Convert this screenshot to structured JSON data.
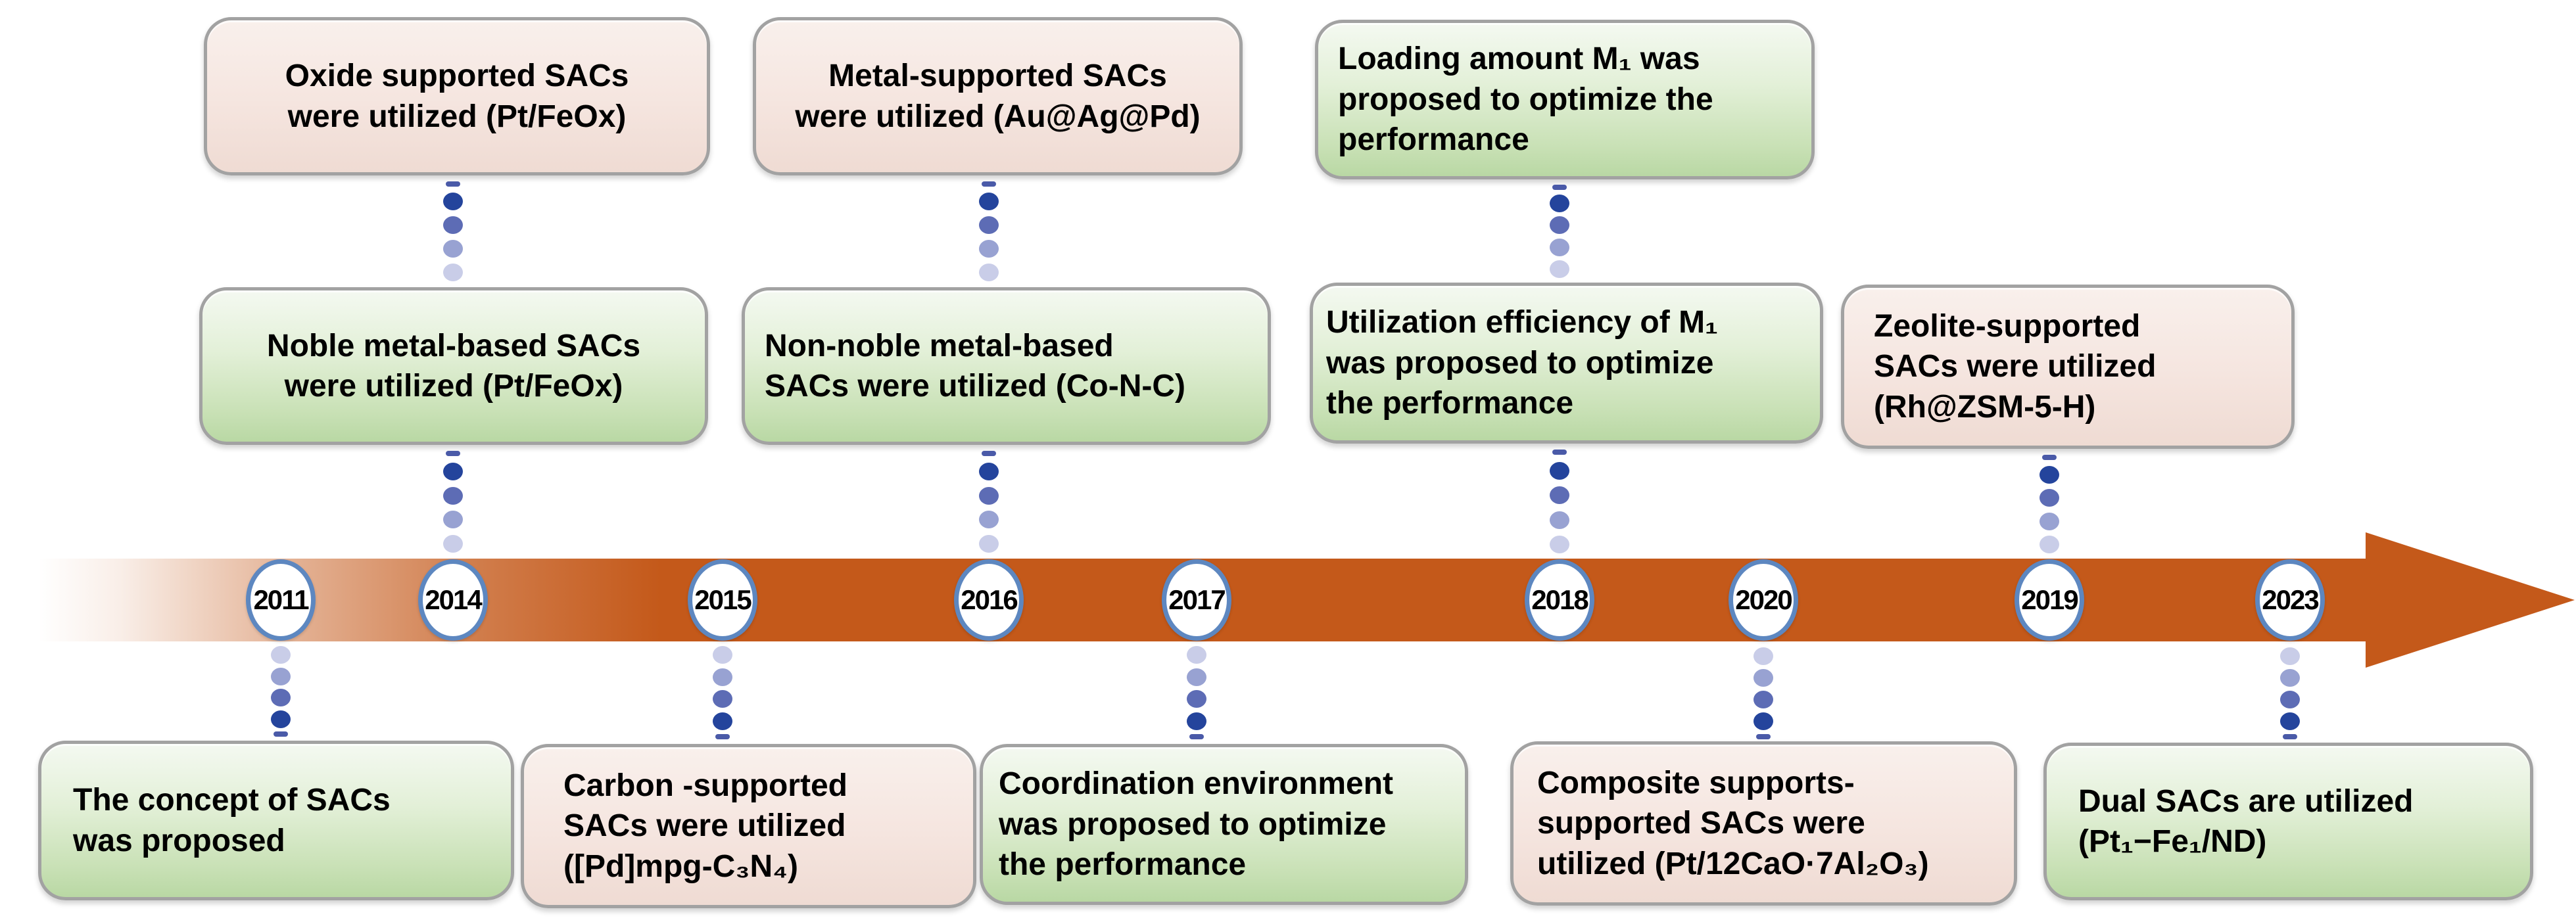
{
  "diagram": {
    "type": "timeline",
    "orientation": "horizontal-left-to-right"
  },
  "colors": {
    "arrow": "#c4591a",
    "year_circle_border": "#5d87c0",
    "box_border": "#a2a2a2",
    "green_box_top": "#f4f9f1",
    "green_box_bottom": "#b9d8a4",
    "pink_box_top": "#f9f0ec",
    "pink_box_bottom": "#efdbd3",
    "dot_dark": "#24449c",
    "dot_mid": "#5d6cb5",
    "dot_light": "#98a2d2",
    "dot_faint": "#c9cde8"
  },
  "timeline": {
    "years_in_order": [
      "2011",
      "2014",
      "2015",
      "2016",
      "2017",
      "2018",
      "2020",
      "2019",
      "2023"
    ]
  },
  "events": [
    {
      "year": "2014",
      "row": "top",
      "tone": "pink",
      "text": "Oxide supported SACs\nwere utilized (Pt/FeOx)"
    },
    {
      "year": "2016",
      "row": "top",
      "tone": "pink",
      "text": "Metal-supported SACs\nwere utilized (Au@Ag@Pd)"
    },
    {
      "year": "2018",
      "row": "top",
      "tone": "green",
      "text": "Loading amount M₁ was\nproposed to optimize the\nperformance"
    },
    {
      "year": "2014",
      "row": "middle",
      "tone": "green",
      "text": "Noble metal-based SACs\nwere utilized (Pt/FeOx)"
    },
    {
      "year": "2016",
      "row": "middle",
      "tone": "green",
      "text": "Non-noble metal-based\nSACs were utilized (Co-N-C)"
    },
    {
      "year": "2018",
      "row": "middle",
      "tone": "green",
      "text": "Utilization efficiency of M₁\nwas proposed to optimize\nthe performance"
    },
    {
      "year": "2019",
      "row": "middle",
      "tone": "pink",
      "text": "Zeolite-supported\nSACs were utilized\n(Rh@ZSM-5-H)"
    },
    {
      "year": "2011",
      "row": "bottom",
      "tone": "green",
      "text": "The concept of SACs\nwas proposed"
    },
    {
      "year": "2015",
      "row": "bottom",
      "tone": "pink",
      "text": "Carbon -supported\nSACs were utilized\n([Pd]mpg-C₃N₄)"
    },
    {
      "year": "2017",
      "row": "bottom",
      "tone": "green",
      "text": "Coordination environment\nwas proposed to optimize\nthe performance"
    },
    {
      "year": "2020",
      "row": "bottom",
      "tone": "pink",
      "text": "Composite supports-\nsupported SACs were\nutilized (Pt/12CaO·7Al₂O₃)"
    },
    {
      "year": "2023",
      "row": "bottom",
      "tone": "green",
      "text": "Dual SACs are utilized\n(Pt₁−Fe₁/ND)"
    }
  ]
}
